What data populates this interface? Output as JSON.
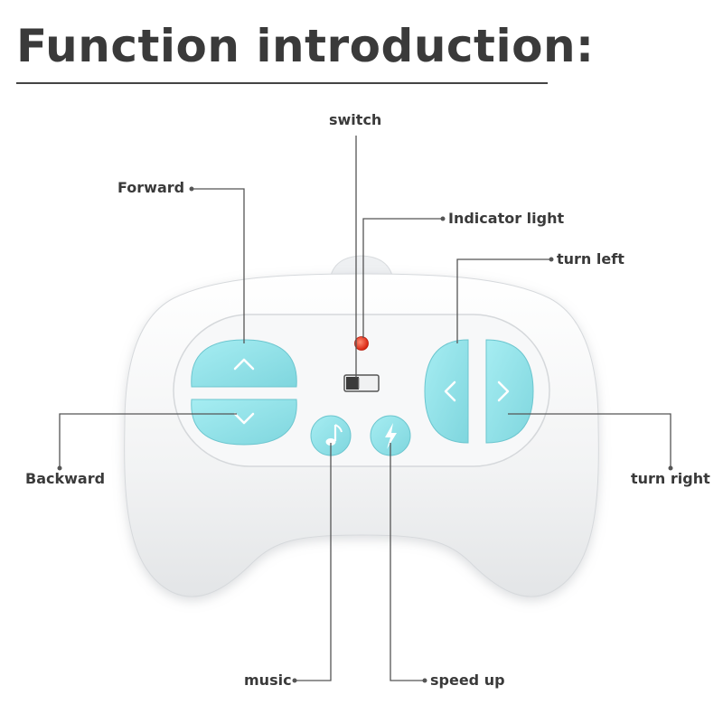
{
  "title": "Function introduction:",
  "labels": {
    "switch": "switch",
    "forward": "Forward",
    "indicator_light": "Indicator light",
    "turn_left": "turn left",
    "backward": "Backward",
    "turn_right": "turn right",
    "music": "music",
    "speed_up": "speed up"
  },
  "colors": {
    "button": "#8fe3ea",
    "button_edge": "#6fcbd3",
    "body": "#f4f5f6",
    "indicator": "#e8321e",
    "leader_line": "#555555"
  },
  "icons": [
    "chevron-up-icon",
    "chevron-down-icon",
    "chevron-left-icon",
    "chevron-right-icon",
    "music-note-icon",
    "lightning-icon"
  ]
}
